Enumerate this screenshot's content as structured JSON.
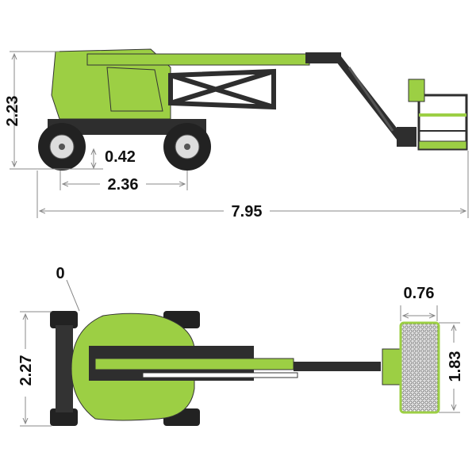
{
  "side_view": {
    "height_label": "2.23",
    "ground_clearance_label": "0.42",
    "wheelbase_label": "2.36",
    "overall_length_label": "7.95"
  },
  "top_view": {
    "turning_radius_label": "0",
    "width_label": "2.27",
    "platform_width_label": "0.76",
    "platform_length_label": "1.83"
  },
  "colors": {
    "body": "#9ccf44",
    "dark": "#2e2e2e",
    "outline": "#333333"
  }
}
